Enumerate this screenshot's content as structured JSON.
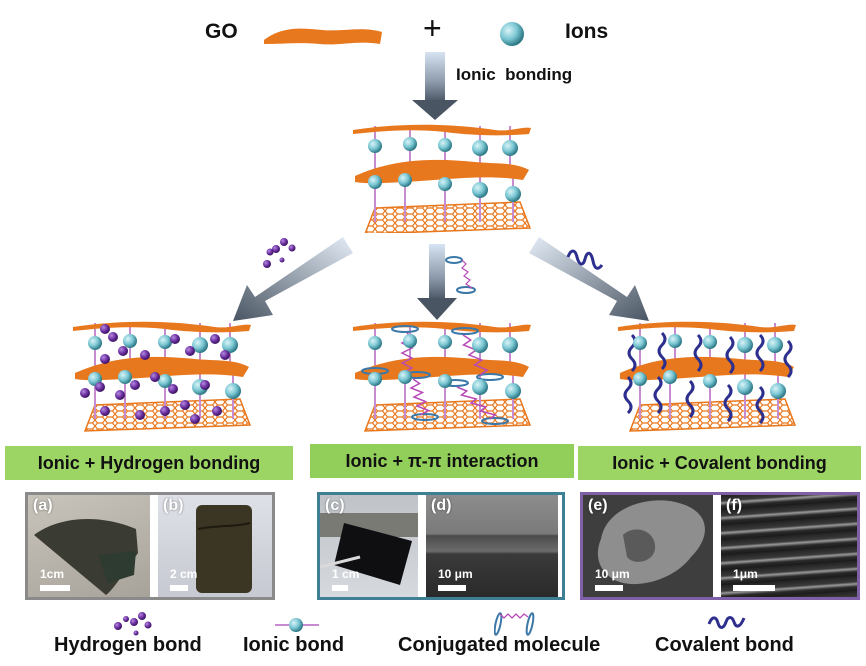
{
  "top": {
    "go_label": "GO",
    "plus_sign": "+",
    "ions_label": "Ions",
    "step_label": "Ionic  bonding"
  },
  "mechanisms": [
    {
      "label": "Ionic + Hydrogen bonding",
      "additive_icon": "hydrogen-bond-dots",
      "structure": "ionic-hydrogen-layers"
    },
    {
      "label": "Ionic + π-π interaction",
      "additive_icon": "conjugated-molecule",
      "structure": "ionic-pi-pi-layers"
    },
    {
      "label": "Ionic + Covalent bonding",
      "additive_icon": "covalent-chain",
      "structure": "ionic-covalent-layers"
    }
  ],
  "panels": [
    {
      "border_color": "#8a8a8a",
      "photos": [
        {
          "tag": "(a)",
          "scale": "1cm",
          "kind": "folded-film-photo"
        },
        {
          "tag": "(b)",
          "scale": "2 cm",
          "kind": "cylinder-photo"
        }
      ]
    },
    {
      "border_color": "#3f7f94",
      "photos": [
        {
          "tag": "(c)",
          "scale": "1 cm",
          "kind": "rolled-film-photo"
        },
        {
          "tag": "(d)",
          "scale": "10 μm",
          "kind": "cross-section-sem"
        }
      ]
    },
    {
      "border_color": "#7f5fa6",
      "photos": [
        {
          "tag": "(e)",
          "scale": "10 μm",
          "kind": "porous-sem"
        },
        {
          "tag": "(f)",
          "scale": "1μm",
          "kind": "layered-sem"
        }
      ]
    }
  ],
  "legend": [
    {
      "label": "Hydrogen bond",
      "icon": "hydrogen-bond-icon"
    },
    {
      "label": "Ionic bond",
      "icon": "ionic-bond-icon"
    },
    {
      "label": "Conjugated molecule",
      "icon": "conjugated-molecule-icon"
    },
    {
      "label": "Covalent bond",
      "icon": "covalent-bond-icon"
    }
  ],
  "colors": {
    "graphene_orange": "#e8781e",
    "ion_cyan": "#7cc8d4",
    "ionic_link": "#c98bd0",
    "hydrogen_purple": "#6b2fa0",
    "covalent_navy": "#2d2f8f",
    "conjugated_blue": "#3b78a8",
    "label_green": "#9dd565"
  }
}
